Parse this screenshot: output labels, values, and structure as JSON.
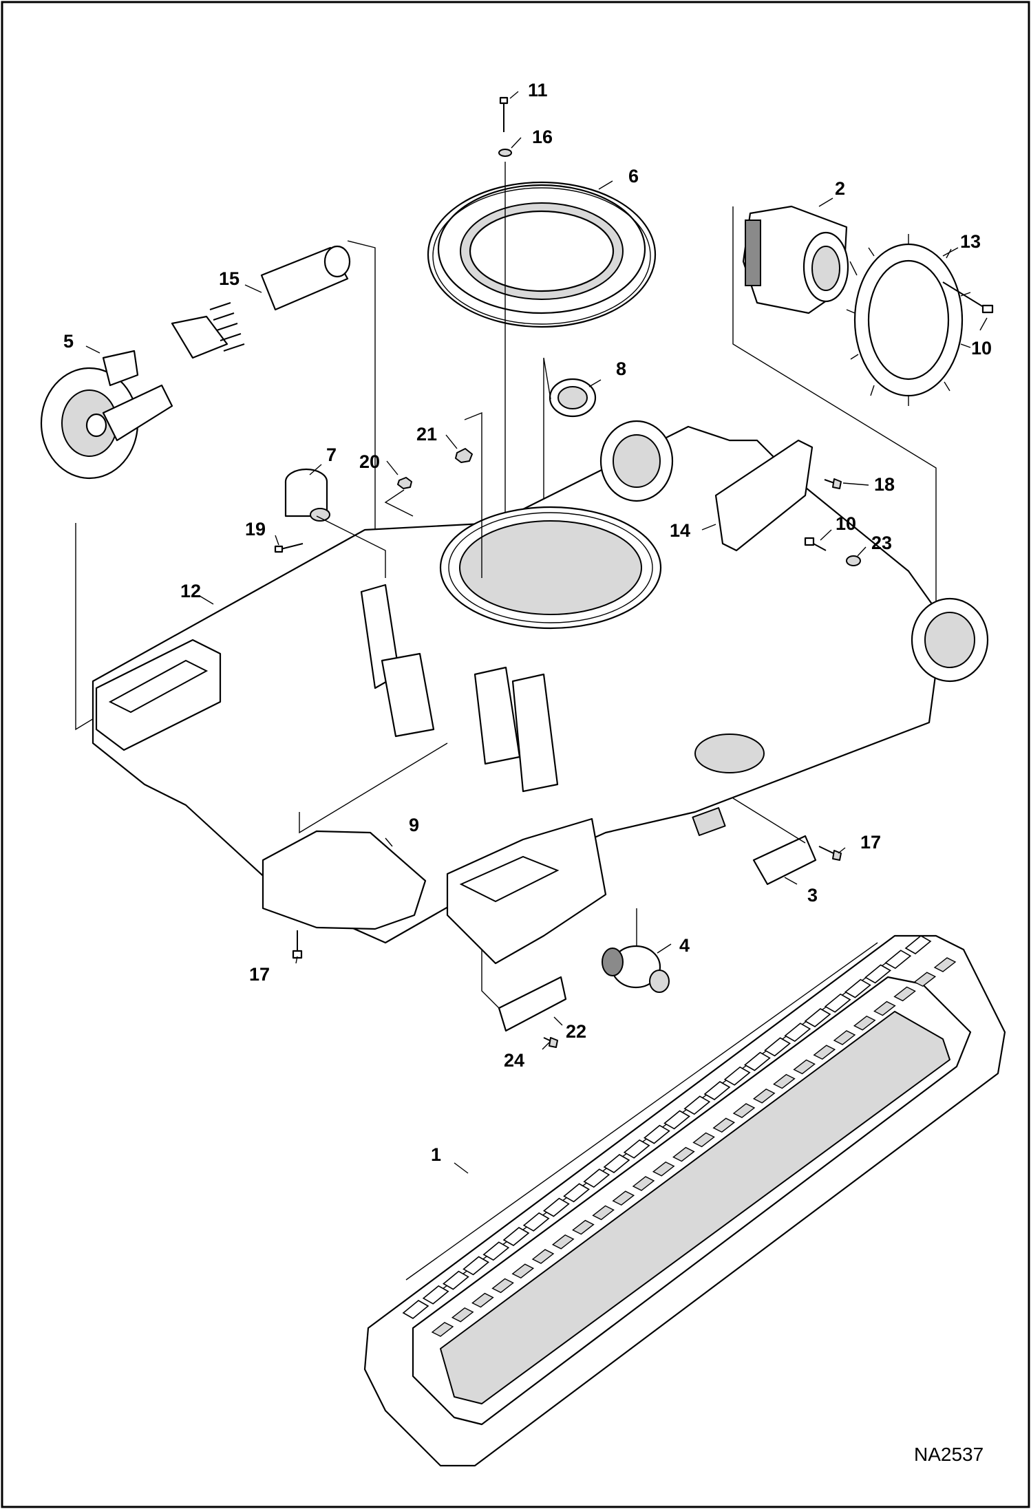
{
  "diagram": {
    "drawing_code": "NA2537",
    "callouts": [
      "1",
      "2",
      "3",
      "4",
      "5",
      "6",
      "7",
      "8",
      "9",
      "10",
      "10",
      "11",
      "12",
      "13",
      "14",
      "15",
      "16",
      "17",
      "17",
      "18",
      "19",
      "20",
      "21",
      "22",
      "23",
      "24"
    ]
  }
}
